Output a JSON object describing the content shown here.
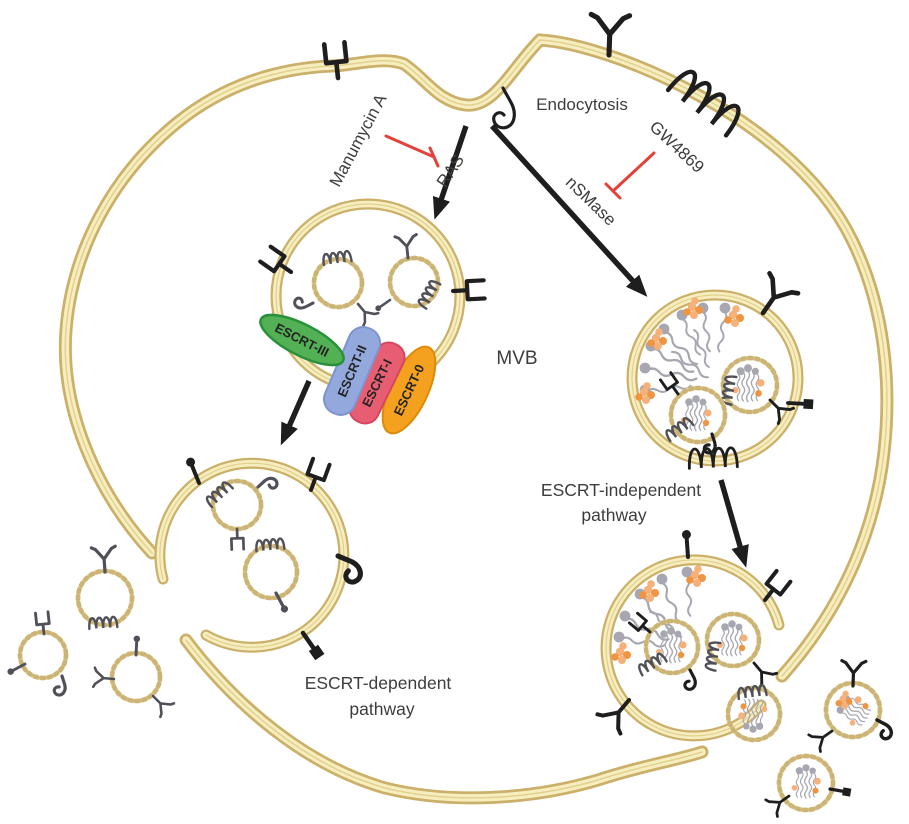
{
  "colors": {
    "background": "#ffffff",
    "membrane_dark": "#cbb069",
    "membrane_light": "#f7eec0",
    "membrane_mid": "#e2d18f",
    "vesicle_ring": "#e9d9a2",
    "vesicle_ring_dash": "#cbb475",
    "ink_black": "#1e1e1e",
    "receptor_gray": "#505058",
    "text": "#3d3d3d",
    "inhibitor_red": "#e5413b",
    "escrt3_green": "#53b054",
    "escrt3_green_dark": "#28913a",
    "escrt2_blue": "#93a9dd",
    "escrt2_blue_dark": "#7d94cf",
    "escrt1_red": "#e75e73",
    "escrt1_red_dark": "#d6455e",
    "escrt0_orange": "#f4a11f",
    "escrt0_orange_dark": "#dd8b07",
    "lipid_gray": "#a7a7b1",
    "lipid_orange": "#f6b079",
    "lipid_orange_deep": "#ef9440",
    "pill_text": "#242424"
  },
  "diagram": {
    "labels": {
      "endocytosis": "Endocytosis",
      "manumycin_a": "Manumycin A",
      "ras": "RAS",
      "gw4869": "GW4869",
      "nsmase": "nSMase",
      "mvb": "MVB",
      "escrt_iii": "ESCRT-III",
      "escrt_ii": "ESCRT-II",
      "escrt_i": "ESCRT-I",
      "escrt_0": "ESCRT-0",
      "escrt_dependent_line1": "ESCRT-dependent",
      "escrt_dependent_line2": "pathway",
      "escrt_independent_line1": "ESCRT-independent",
      "escrt_independent_line2": "pathway"
    },
    "glyphs": {
      "y_receptor": "y-receptor-icon",
      "fork_receptor": "fork-receptor-icon",
      "hook_receptor": "hook-receptor-icon",
      "pin_receptor": "pin-receptor-icon",
      "square_pin_receptor": "square-pin-receptor-icon",
      "transmembrane_coil": "coil-protein-icon",
      "lipid_raft_head": "lipid-head-icon",
      "lipid_tail": "lipid-tail-icon",
      "ceramide_cluster": "ceramide-cluster-icon"
    }
  }
}
